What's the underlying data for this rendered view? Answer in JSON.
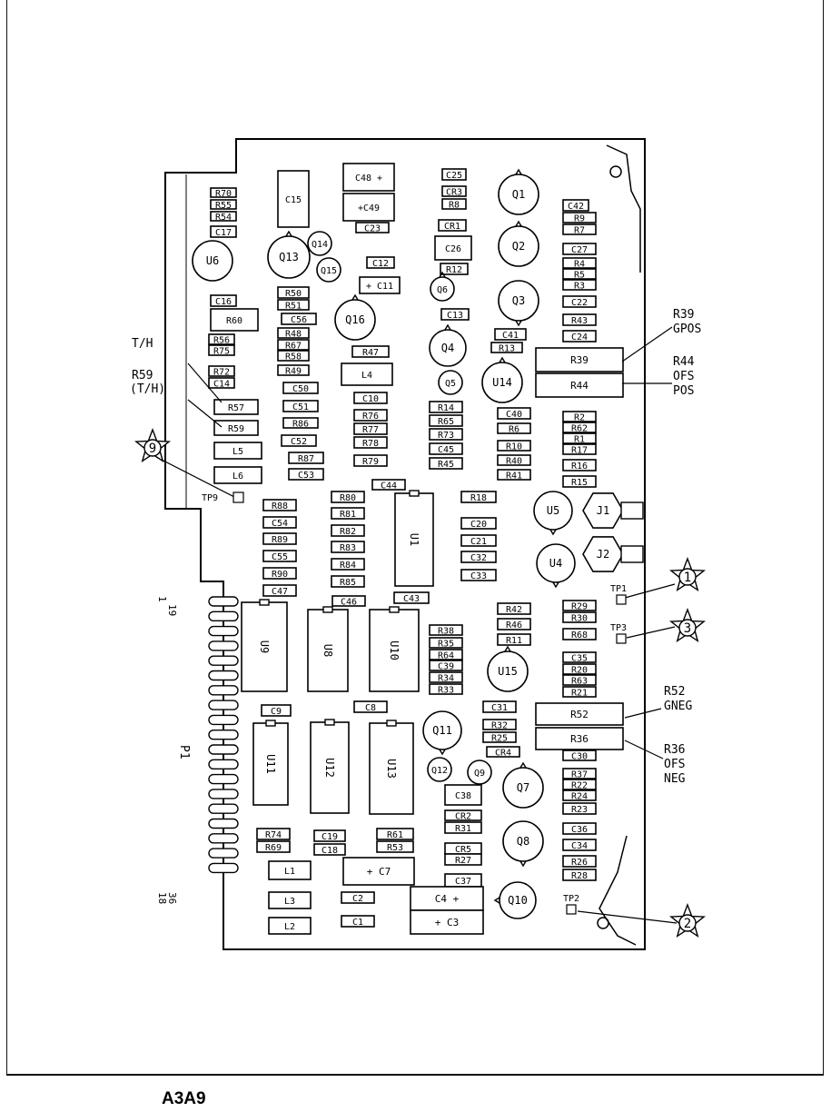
{
  "caption": "A3A9",
  "labels": {
    "th": "T/H",
    "r59": "R59",
    "r59_th": "(T/H)",
    "r39": "R39",
    "gpos": "GPOS",
    "r44": "R44",
    "ofs_pos_1": "OFS",
    "ofs_pos_2": "POS",
    "r52": "R52",
    "gneg": "GNEG",
    "r36": "R36",
    "ofs_neg_1": "OFS",
    "ofs_neg_2": "NEG",
    "p1": "P1",
    "pin1": "1",
    "pin19": "19",
    "pin18": "18",
    "pin36": "36",
    "tp1": "TP1",
    "tp2": "TP2",
    "tp3": "TP3",
    "tp9": "TP9",
    "star1": "1",
    "star2": "2",
    "star3": "3",
    "star9": "9"
  },
  "components": {
    "rects": [
      "R70",
      "R55",
      "R54",
      "C17",
      "C15",
      "C48 +",
      "+C49",
      "C23",
      "C25",
      "CR3",
      "R8",
      "CR1",
      "C26",
      "R12",
      "C42",
      "R9",
      "R7",
      "C27",
      "R4",
      "R5",
      "R3",
      "C22",
      "R43",
      "C24",
      "C12",
      "+ C11",
      "C13",
      "C16",
      "R60",
      "R50",
      "R51",
      "C56",
      "R48",
      "R67",
      "R58",
      "R49",
      "R47",
      "L4",
      "R56",
      "R75",
      "R72",
      "C14",
      "C50",
      "R57",
      "C51",
      "R86",
      "R59",
      "C52",
      "L5",
      "R87",
      "L6",
      "C53",
      "C10",
      "R76",
      "R77",
      "R78",
      "R79",
      "C44",
      "R14",
      "R65",
      "R73",
      "C45",
      "R45",
      "C41",
      "R13",
      "C40",
      "R6",
      "R10",
      "R40",
      "R41",
      "R39",
      "R44",
      "R2",
      "R62",
      "R1",
      "R17",
      "R16",
      "R15",
      "R88",
      "C54",
      "R89",
      "C55",
      "R90",
      "C47",
      "R80",
      "R81",
      "R82",
      "R83",
      "R84",
      "R85",
      "C46",
      "C43",
      "R18",
      "C20",
      "C21",
      "C32",
      "C33",
      "R42",
      "R46",
      "R11",
      "R29",
      "R30",
      "R68",
      "R38",
      "R35",
      "R64",
      "C39",
      "R34",
      "R33",
      "C35",
      "R20",
      "R63",
      "R21",
      "C9",
      "C8",
      "C31",
      "R32",
      "R25",
      "CR4",
      "R52",
      "R36",
      "C30",
      "R37",
      "R22",
      "R24",
      "R23",
      "C38",
      "CR2",
      "R31",
      "C36",
      "C34",
      "R26",
      "R28",
      "R74",
      "R69",
      "C19",
      "C18",
      "R61",
      "R53",
      "CR5",
      "R27",
      "L1",
      "+ C7",
      "C37",
      "L3",
      "C2",
      "L2",
      "C1",
      "C4 +",
      "+ C3"
    ],
    "ics": [
      "U1",
      "U9",
      "U8",
      "U10",
      "U11",
      "U12",
      "U13"
    ],
    "rounds": [
      "Q1",
      "Q2",
      "Q3",
      "U6",
      "Q13",
      "Q14",
      "Q15",
      "Q6",
      "Q16",
      "Q4",
      "Q5",
      "U14",
      "U5",
      "U4",
      "U15",
      "Q11",
      "Q12",
      "Q9",
      "Q7",
      "Q8",
      "Q10"
    ],
    "hexes": [
      "J1",
      "J2"
    ]
  }
}
